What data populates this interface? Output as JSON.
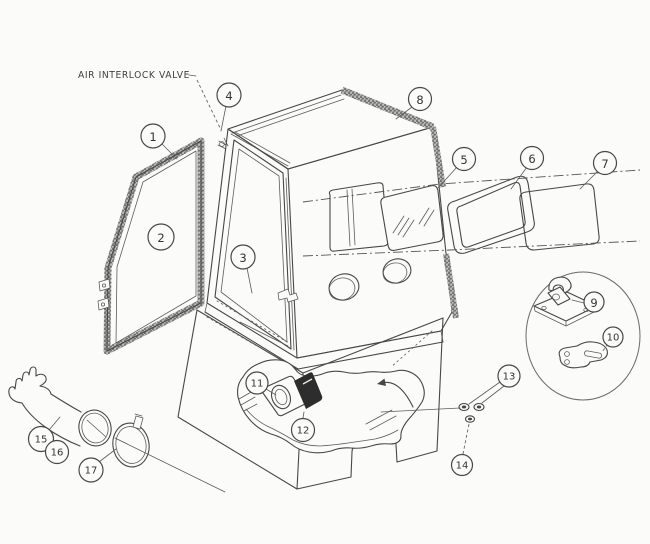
{
  "colors": {
    "background": "#fbfbf9",
    "line": "#474747",
    "gasket_speckle": "#383838",
    "dark_sleeve": "#2d2d2d"
  },
  "diagram": {
    "annotation_label": "AIR INTERLOCK VALVE",
    "callouts": [
      {
        "number": "1"
      },
      {
        "number": "2"
      },
      {
        "number": "3"
      },
      {
        "number": "4"
      },
      {
        "number": "5"
      },
      {
        "number": "6"
      },
      {
        "number": "7"
      },
      {
        "number": "8"
      },
      {
        "number": "9"
      },
      {
        "number": "10"
      },
      {
        "number": "11"
      },
      {
        "number": "12"
      },
      {
        "number": "13"
      },
      {
        "number": "14"
      },
      {
        "number": "15"
      },
      {
        "number": "16"
      },
      {
        "number": "17"
      }
    ]
  }
}
